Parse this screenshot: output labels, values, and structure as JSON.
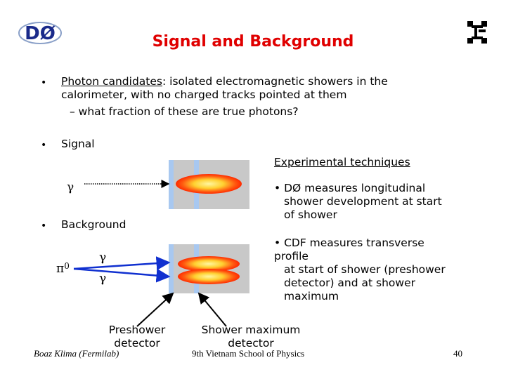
{
  "header": {
    "title": "Signal and Background",
    "logo_left_text": "DØ"
  },
  "bullets": {
    "bullet_char": "•",
    "photon": {
      "underlined_term": "Photon candidates",
      "rest_line1": ": isolated electromagnetic showers in the",
      "line2": "calorimeter, with no charged tracks pointed at them",
      "sub": "– what fraction of these are true photons?"
    },
    "signal": "Signal",
    "background": "Background"
  },
  "diagram": {
    "gamma": "γ",
    "pi0": "π",
    "pi0_sup": "0",
    "preshower_line1": "Preshower",
    "preshower_line2": "detector",
    "showermax_line1": "Shower maximum",
    "showermax_line2": "detector"
  },
  "techniques": {
    "heading": "Experimental techniques",
    "d0_line1": "• DØ measures longitudinal",
    "d0_line2": "shower development at start",
    "d0_line3": "of shower",
    "cdf_line1": "• CDF measures transverse",
    "cdf_line2": "profile",
    "cdf_line3": "at start of shower (preshower",
    "cdf_line4": "detector) and at shower",
    "cdf_line5": "maximum"
  },
  "footer": {
    "author": "Boaz Klima (Fermilab)",
    "event": "9th Vietnam School of Physics",
    "page": "40"
  },
  "colors": {
    "title": "#e00000",
    "detector_box": "#c8c8c8",
    "detector_strip": "#a8c8f0",
    "shower_outer": "#ff2a00",
    "shower_inner": "#ffe640",
    "arrow_blue": "#1030d0"
  }
}
